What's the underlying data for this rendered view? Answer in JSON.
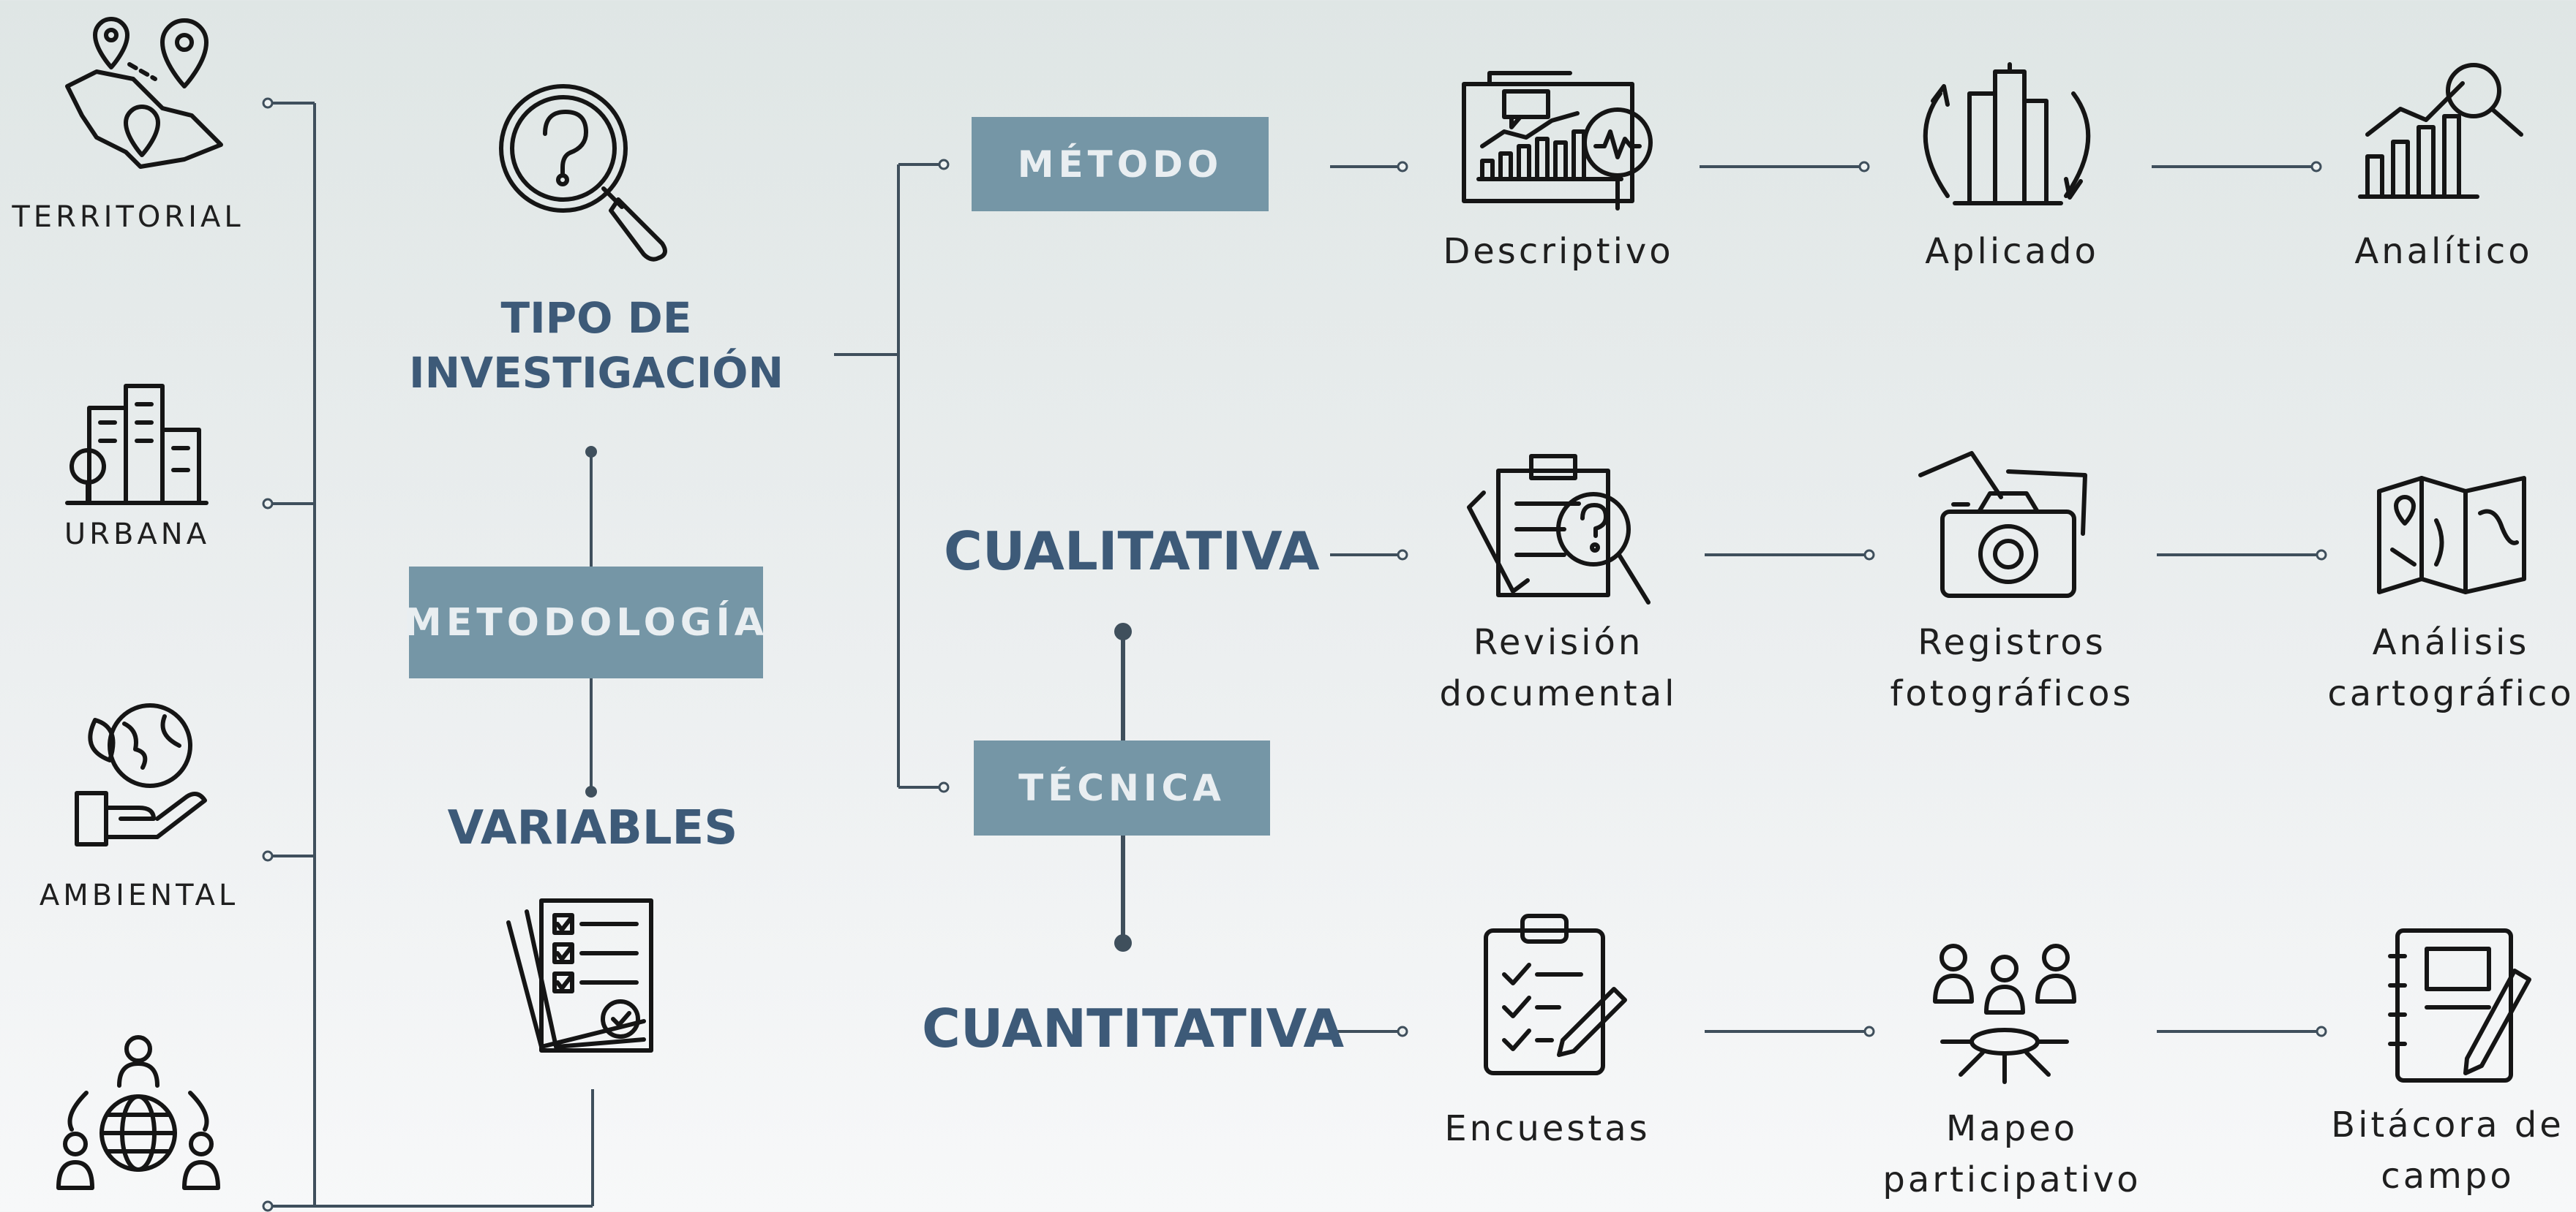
{
  "center": {
    "tipo": "TIPO DE\nINVESTIGACIÓN",
    "metodologia": "METODOLOGÍA",
    "variables": "VARIABLES"
  },
  "categories": {
    "territorial": "TERRITORIAL",
    "urbana": "URBANA",
    "ambiental": "AMBIENTAL"
  },
  "branch": {
    "metodo": "MÉTODO",
    "tecnica": "TÉCNICA",
    "cualitativa": "CUALITATIVA",
    "cuantitativa": "CUANTITATIVA"
  },
  "metodo_items": [
    "Descriptivo",
    "Aplicado",
    "Analítico"
  ],
  "cualitativa_items": [
    "Revisión\ndocumental",
    "Registros\nfotográficos",
    "Análisis\ncartográfico"
  ],
  "cuantitativa_items": [
    "Encuestas",
    "Mapeo\nparticipativo",
    "Bitácora de\ncampo"
  ],
  "colors": {
    "line": "#3f4f5c",
    "box": "#7596a6",
    "heading": "#3d5a78",
    "background": "#e3e9e8"
  },
  "icons": {
    "territorial": "map-pins-icon",
    "urbana": "city-buildings-icon",
    "ambiental": "hand-globe-leaf-icon",
    "social": "people-globe-icon",
    "tipo": "magnifier-question-icon",
    "variables": "checklist-documents-icon",
    "descriptivo": "chart-report-icon",
    "aplicado": "building-cycle-icon",
    "analitico": "growth-chart-magnifier-icon",
    "revision": "clipboard-magnifier-icon",
    "registros": "camera-photos-icon",
    "cartografico": "folded-map-icon",
    "encuestas": "survey-clipboard-icon",
    "mapeo": "participatory-people-icon",
    "bitacora": "notebook-pen-icon"
  }
}
